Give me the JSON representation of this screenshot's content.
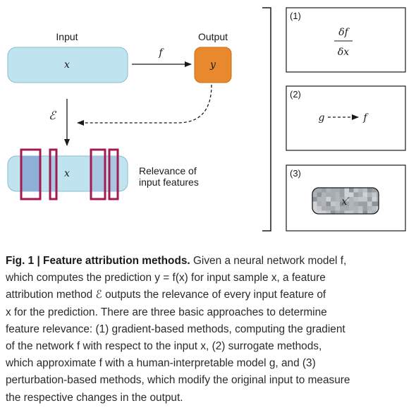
{
  "figure": {
    "input_label": "Input",
    "output_label": "Output",
    "x_symbol": "x",
    "y_symbol": "y",
    "f_symbol": "f",
    "explainer_symbol": "ℰ",
    "relevance_label_line1": "Relevance of",
    "relevance_label_line2": "input features",
    "panel1": {
      "number": "(1)",
      "numerator": "δf",
      "denominator": "δx"
    },
    "panel2": {
      "number": "(2)",
      "g_symbol": "g",
      "f_symbol": "f"
    },
    "panel3": {
      "number": "(3)",
      "x_prime": "x′"
    },
    "colors": {
      "box_fill": "#bfe3ef",
      "output_fill": "#e8892e",
      "highlight_fill": "#8fb0d6",
      "relevance_border": "#a31a52"
    }
  },
  "caption": {
    "fig_label": "Fig. 1 | Feature attribution methods.",
    "lines": [
      " Given a neural network model f,",
      "which computes the prediction y = f(x) for input sample x, a feature",
      "attribution method ℰ outputs the relevance of every input feature of",
      "x for the prediction. There are three basic approaches to determine",
      "feature relevance: (1) gradient-based methods, computing the gradient",
      "of the network f with respect to the input x, (2) surrogate methods,",
      "which approximate f with a human-interpretable model g, and (3)",
      "perturbation-based methods, which modify the original input to measure",
      "the respective changes in the output."
    ]
  }
}
